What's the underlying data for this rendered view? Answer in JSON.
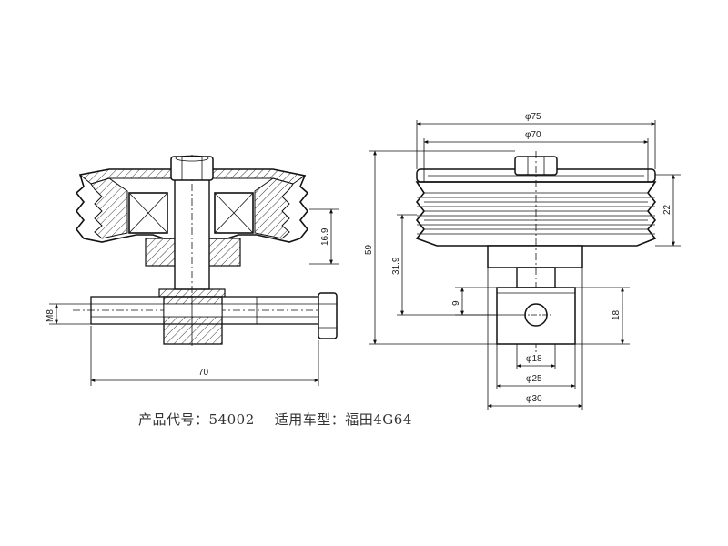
{
  "dimensions": {
    "side_view": {
      "thread": "M8",
      "groove_height": "16.9",
      "bolt_length": "70"
    },
    "front_view": {
      "outer_diameter": "φ75",
      "groove_diameter": "φ70",
      "pulley_width": "22",
      "overall_height": "59",
      "base_height": "31.9",
      "hole_offset": "9",
      "block_height": "18",
      "bore_diameter": "φ18",
      "flange_diameter": "φ25",
      "base_diameter": "φ30"
    }
  },
  "caption": {
    "product_code_label": "产品代号：",
    "product_code": "54002",
    "vehicle_label": "适用车型：",
    "vehicle": "福田4G64"
  }
}
